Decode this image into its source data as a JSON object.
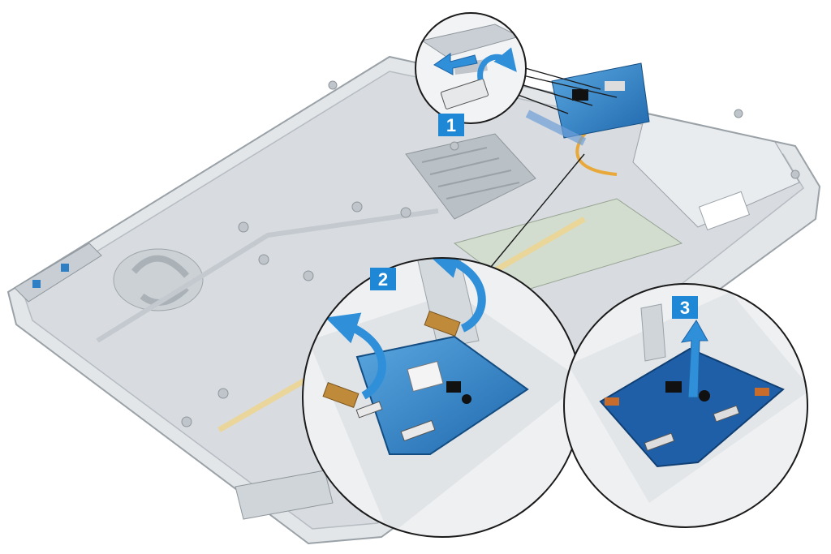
{
  "steps": [
    {
      "number": "1",
      "action": "disconnect-cable"
    },
    {
      "number": "2",
      "action": "peel-tapes"
    },
    {
      "number": "3",
      "action": "lift-board"
    }
  ],
  "colors": {
    "step_badge": "#1e88d6",
    "arrow": "#2f8fd8",
    "board": "#2f7fc4",
    "chassis": "#d9dde1",
    "chassis_edge": "#a9b0b6",
    "tape": "#e8c04a",
    "callout_ring": "#1a1a1a"
  },
  "icons": [
    "curved-arrow-icon",
    "straight-arrow-icon",
    "io-board",
    "ribbon-cable",
    "adhesive-tape"
  ]
}
